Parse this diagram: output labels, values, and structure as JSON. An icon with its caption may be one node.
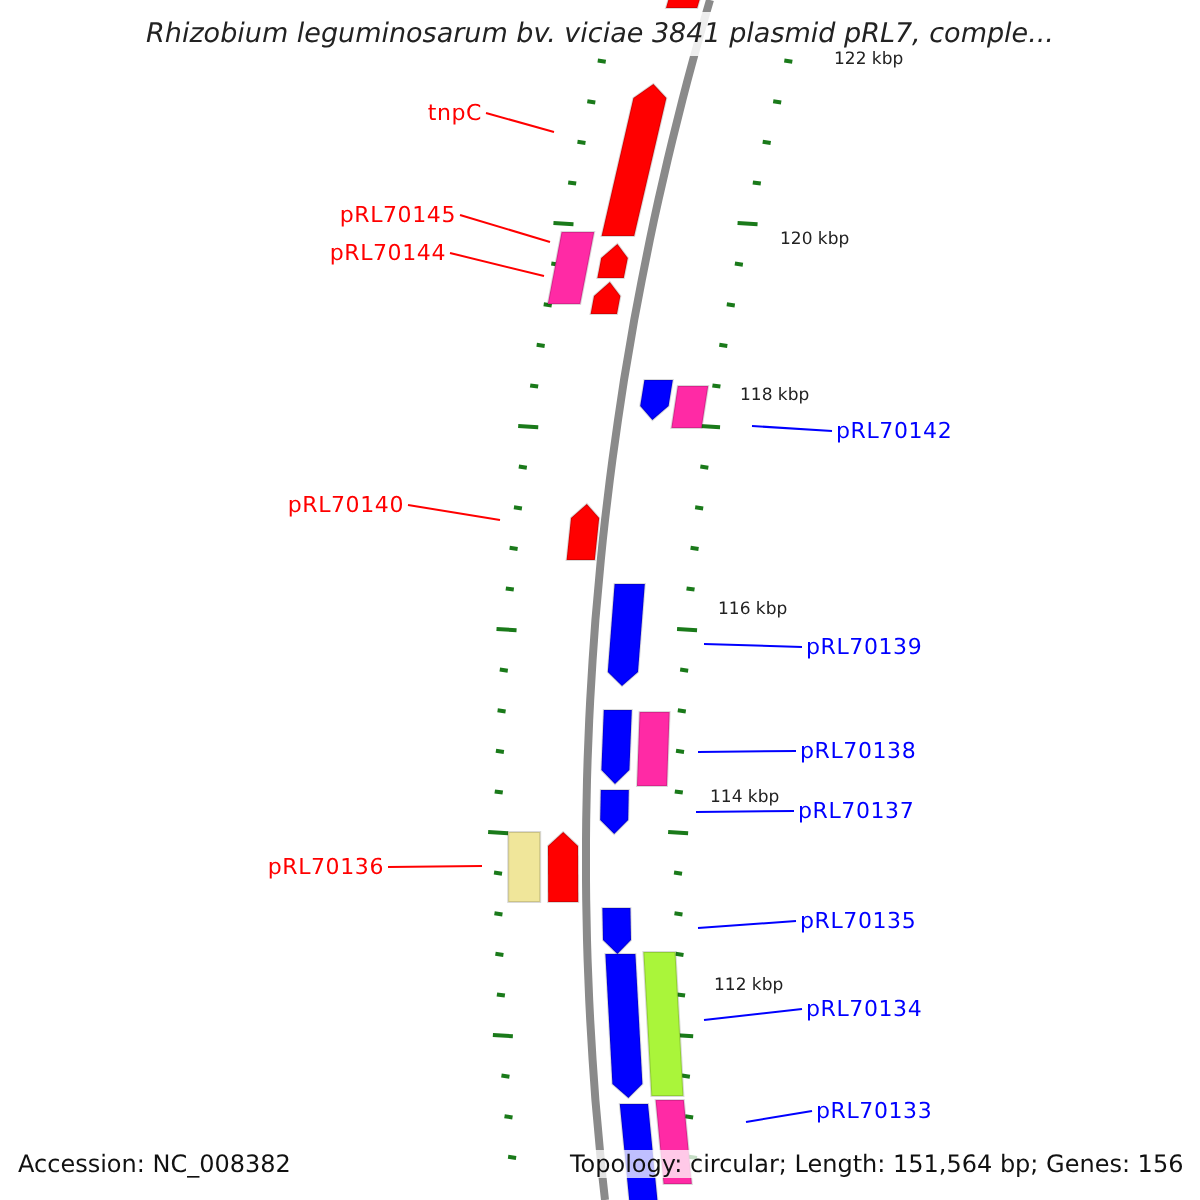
{
  "diagram": {
    "title": "Rhizobium leguminosarum bv. viciae 3841 plasmid pRL7, comple...",
    "nodes": [
      {
        "text": [
          "tnpC"
        ]
      },
      {
        "text": [
          "pRL70145"
        ]
      },
      {
        "text": [
          "pRL70144"
        ]
      },
      {
        "text": [
          "pRL70142"
        ]
      },
      {
        "text": [
          "pRL70140"
        ]
      },
      {
        "text": [
          "pRL70139"
        ]
      },
      {
        "text": [
          "pRL70138"
        ]
      },
      {
        "text": [
          "pRL70137"
        ]
      },
      {
        "text": [
          "pRL70136"
        ]
      },
      {
        "text": [
          "pRL70135"
        ]
      },
      {
        "text": [
          "pRL70134"
        ]
      },
      {
        "text": [
          "pRL70133"
        ]
      }
    ],
    "edges": [
      {
        "from": 0,
        "to": null,
        "arrow": "none",
        "color": "#ff0000"
      },
      {
        "from": 1,
        "to": null,
        "arrow": "none",
        "color": "#ff0000"
      },
      {
        "from": 2,
        "to": null,
        "arrow": "none",
        "color": "#ff0000"
      },
      {
        "from": 3,
        "to": null,
        "arrow": "none"
      },
      {
        "from": 4,
        "to": null,
        "arrow": "none",
        "color": "#ff0000"
      },
      {
        "from": 5,
        "to": null,
        "arrow": "none"
      },
      {
        "from": 6,
        "to": null,
        "arrow": "none"
      },
      {
        "from": 7,
        "to": null,
        "arrow": "none"
      },
      {
        "from": 8,
        "to": null,
        "arrow": "none",
        "color": "#ff0000"
      },
      {
        "from": 9,
        "to": null,
        "arrow": "none"
      },
      {
        "from": 10,
        "to": null,
        "arrow": "none"
      },
      {
        "from": 11,
        "to": null,
        "arrow": "none"
      }
    ],
    "labels": [
      "122 kbp",
      "120 kbp",
      "118 kbp",
      "116 kbp",
      "114 kbp",
      "112 kbp",
      "Accession: NC_008382",
      "Topology: circular; Length: 151,564 bp; Genes: 156"
    ]
  }
}
